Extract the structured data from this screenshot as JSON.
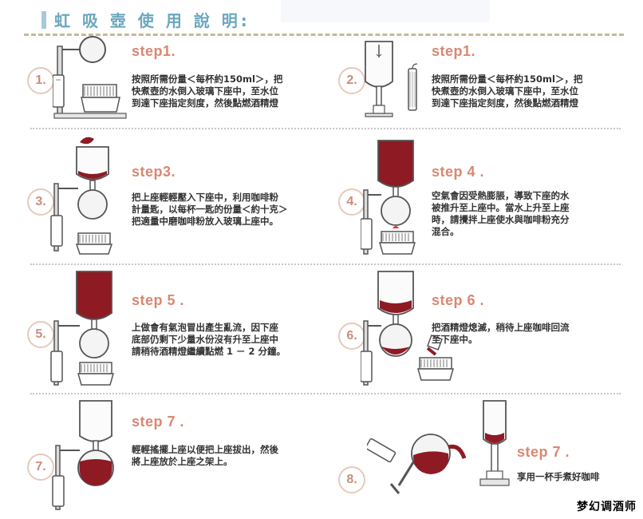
{
  "header": {
    "title": "虹 吸 壺 使 用 說 明:"
  },
  "steps": [
    {
      "num": "1.",
      "label": "step1.",
      "text": "按照所需份量＜每杯約150ml＞，把\n快煮壺的水倒入玻璃下座中，至水位\n到達下座指定刻度，然後點燃酒精燈"
    },
    {
      "num": "2.",
      "label": "step1.",
      "text": "按照所需份量＜每杯約150ml＞，把\n快煮壺的水倒入玻璃下座中，至水位\n到達下座指定刻度，然後點燃酒精燈"
    },
    {
      "num": "3.",
      "label": "step3.",
      "text": "把上座輕輕壓入下座中，利用咖啡粉\n計量匙，以每杯一匙的份量＜約十克＞\n把適量中磨咖啡粉放入玻璃上座中。"
    },
    {
      "num": "4.",
      "label": "step 4 .",
      "text": "空氣會因受熱膨脹，導致下座的水\n被推升至上座中。當水上升至上座\n時，請攪拌上座使水與咖啡粉充分\n混合。"
    },
    {
      "num": "5.",
      "label": "step 5 .",
      "text": "上做會有氣泡冒出產生亂流，因下座\n底部仍剩下少量水份沒有升至上座中\n請稍待酒精燈繼續點燃 1 － 2 分鐘。"
    },
    {
      "num": "6.",
      "label": "step 6 .",
      "text": "把酒精燈熄滅，稍待上座咖啡回流\n        至下座中。"
    },
    {
      "num": "7.",
      "label": "step 7 .",
      "text": "輕輕搖擺上座以便把上座拔出，然後\n將上座放於上座之架上。"
    },
    {
      "num": "8.",
      "label": "step 7 .",
      "text": "享用一杯手煮好咖啡"
    }
  ],
  "watermark": "梦幻调酒师"
}
